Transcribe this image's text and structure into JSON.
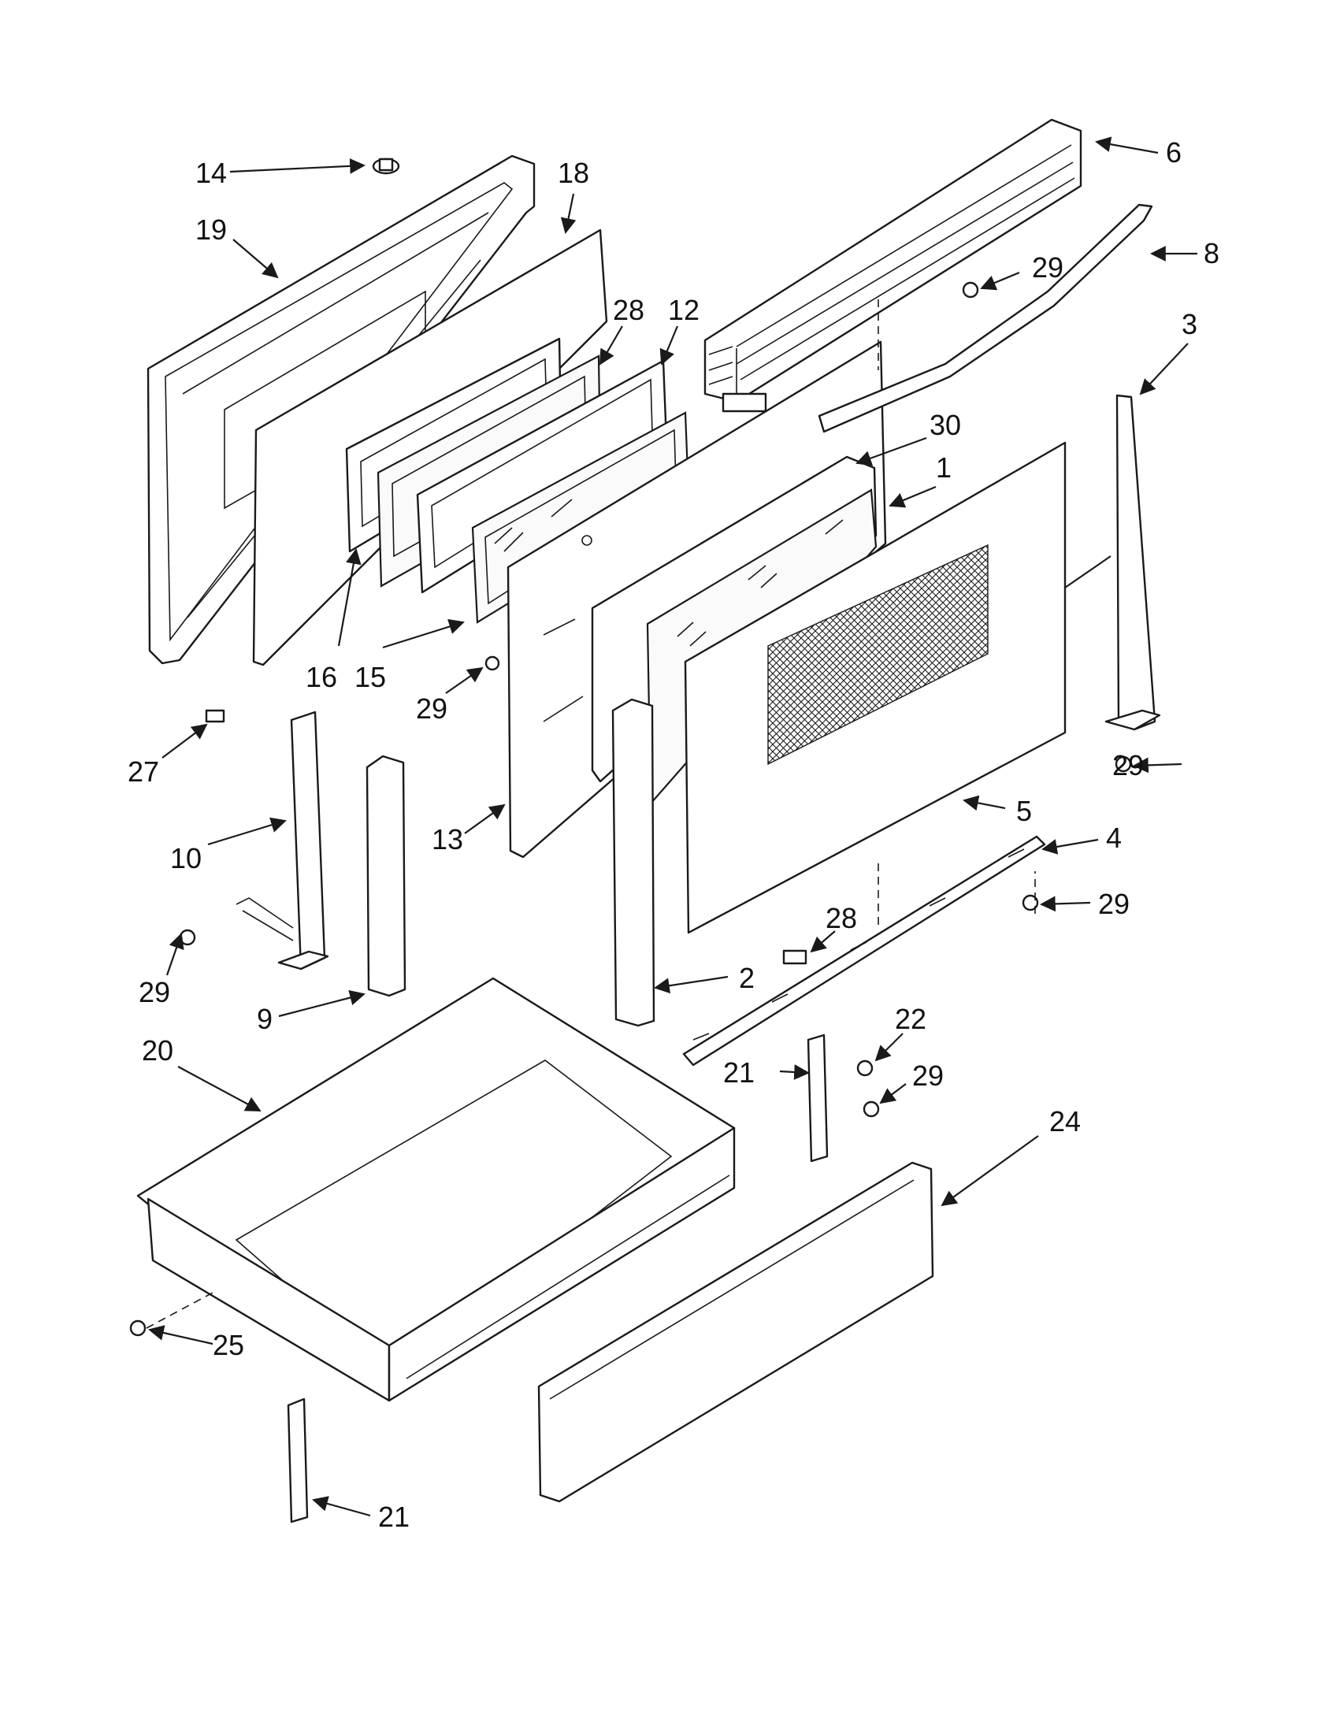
{
  "diagram": {
    "callouts": [
      "14",
      "19",
      "18",
      "28",
      "12",
      "6",
      "8",
      "29",
      "3",
      "30",
      "1",
      "16",
      "15",
      "29",
      "27",
      "10",
      "13",
      "9",
      "29",
      "5",
      "4",
      "29",
      "28",
      "2",
      "29",
      "20",
      "22",
      "21",
      "29",
      "24",
      "25",
      "21"
    ]
  },
  "colors": {
    "ink": "#1a1a1a",
    "paper": "#ffffff"
  }
}
